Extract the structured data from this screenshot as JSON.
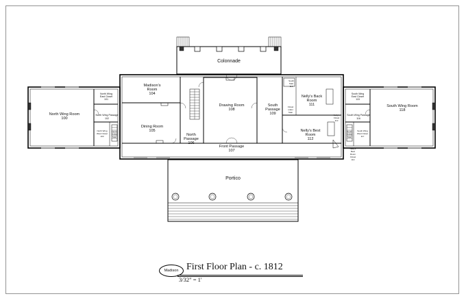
{
  "rooms": {
    "colonnade": "Colonnade",
    "portico": "Portico",
    "north_wing_room": [
      "North Wing Room",
      "100"
    ],
    "north_wing_east_closet": [
      "North Wing",
      "East Closet",
      "101"
    ],
    "north_wing_passage": [
      "North Wing Passage",
      "102"
    ],
    "north_wing_west_closet": [
      "North Wing",
      "West Closet",
      "103"
    ],
    "north_cellar_stair": [
      "North",
      "Cellar",
      "Stair"
    ],
    "madisons_room": [
      "Madison's",
      "Room",
      "104"
    ],
    "dining_room": [
      "Dining Room",
      "105"
    ],
    "north_passage": [
      "North",
      "Passage",
      "106"
    ],
    "front_passage": [
      "Front Passage",
      "107"
    ],
    "drawing_room": [
      "Drawing Room",
      "108"
    ],
    "south_passage": [
      "South",
      "Passage",
      "109"
    ],
    "south_stair": [
      "South",
      "Stair",
      "110"
    ],
    "closet_under_stair": [
      "Closet",
      "under",
      "Stair"
    ],
    "nellys_back_room": [
      "Nelly's Back",
      "Room",
      "111"
    ],
    "nellys_best_room": [
      "Nelly's Best",
      "Room",
      "112"
    ],
    "nellys_closet_113": [
      "Nelly's",
      "Closet",
      "113"
    ],
    "nellys_best_room_closet": [
      "Nelly's",
      "Best",
      "Room",
      "Closet",
      "114"
    ],
    "south_wing_east_closet": [
      "South Wing",
      "East Closet",
      "115"
    ],
    "south_wing_passage": [
      "South Wing Passage",
      "116"
    ],
    "south_wing_west_closet": [
      "South Wing",
      "West Closet",
      "117"
    ],
    "south_cellar_stair": [
      "South",
      "Cellar",
      "Stair"
    ],
    "south_wing_room": [
      "South Wing Room",
      "118"
    ]
  },
  "title_block": {
    "logo_text": "Madison",
    "title": "First Floor Plan - c. 1812",
    "scale": "3/32\" = 1'"
  }
}
